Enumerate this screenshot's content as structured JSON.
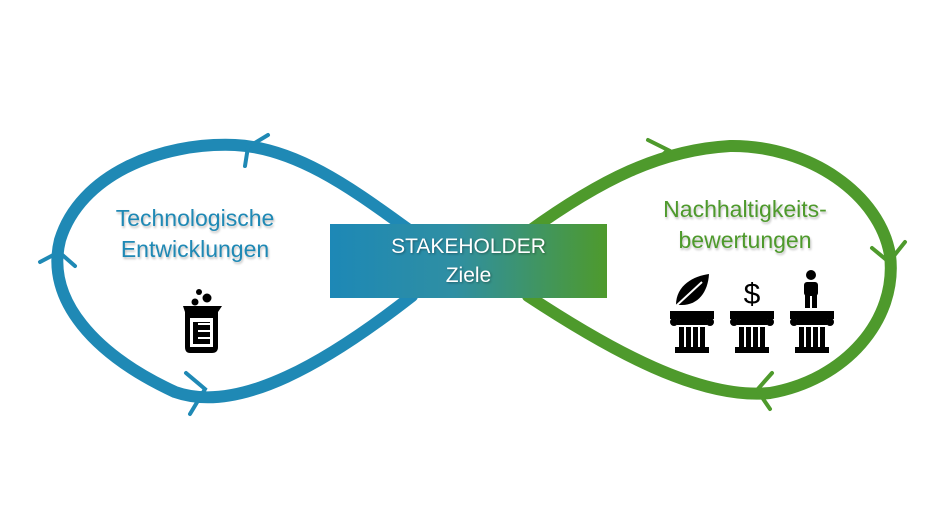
{
  "left_loop": {
    "title_line1": "Technologische",
    "title_line2": "Entwicklungen",
    "icon": "beaker-icon",
    "color": "#1f89b5"
  },
  "right_loop": {
    "title_line1": "Nachhaltigkeits-",
    "title_line2": "bewertungen",
    "icons": [
      "leaf-pillar-icon",
      "dollar-pillar-icon",
      "person-pillar-icon"
    ],
    "dollar_symbol": "$",
    "color": "#4e9a2c"
  },
  "center": {
    "line1": "STAKEHOLDER",
    "line2": "Ziele"
  }
}
